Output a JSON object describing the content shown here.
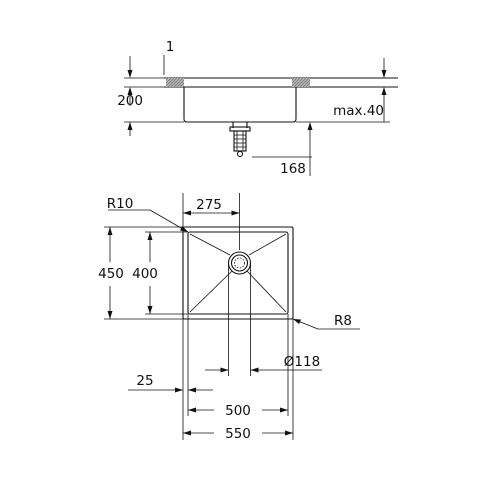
{
  "drawing": {
    "side_view": {
      "dim_thickness": "1",
      "dim_depth": "200",
      "dim_worktop_max": "max.40",
      "dim_waste_offset": "168"
    },
    "top_view": {
      "dim_inner_radius": "R10",
      "dim_drain_center": "275",
      "dim_outer_depth": "450",
      "dim_inner_depth": "400",
      "dim_outer_radius": "R8",
      "dim_drain_diameter": "Ø118",
      "dim_rim_offset": "25",
      "dim_inner_width": "500",
      "dim_outer_width": "550"
    }
  }
}
